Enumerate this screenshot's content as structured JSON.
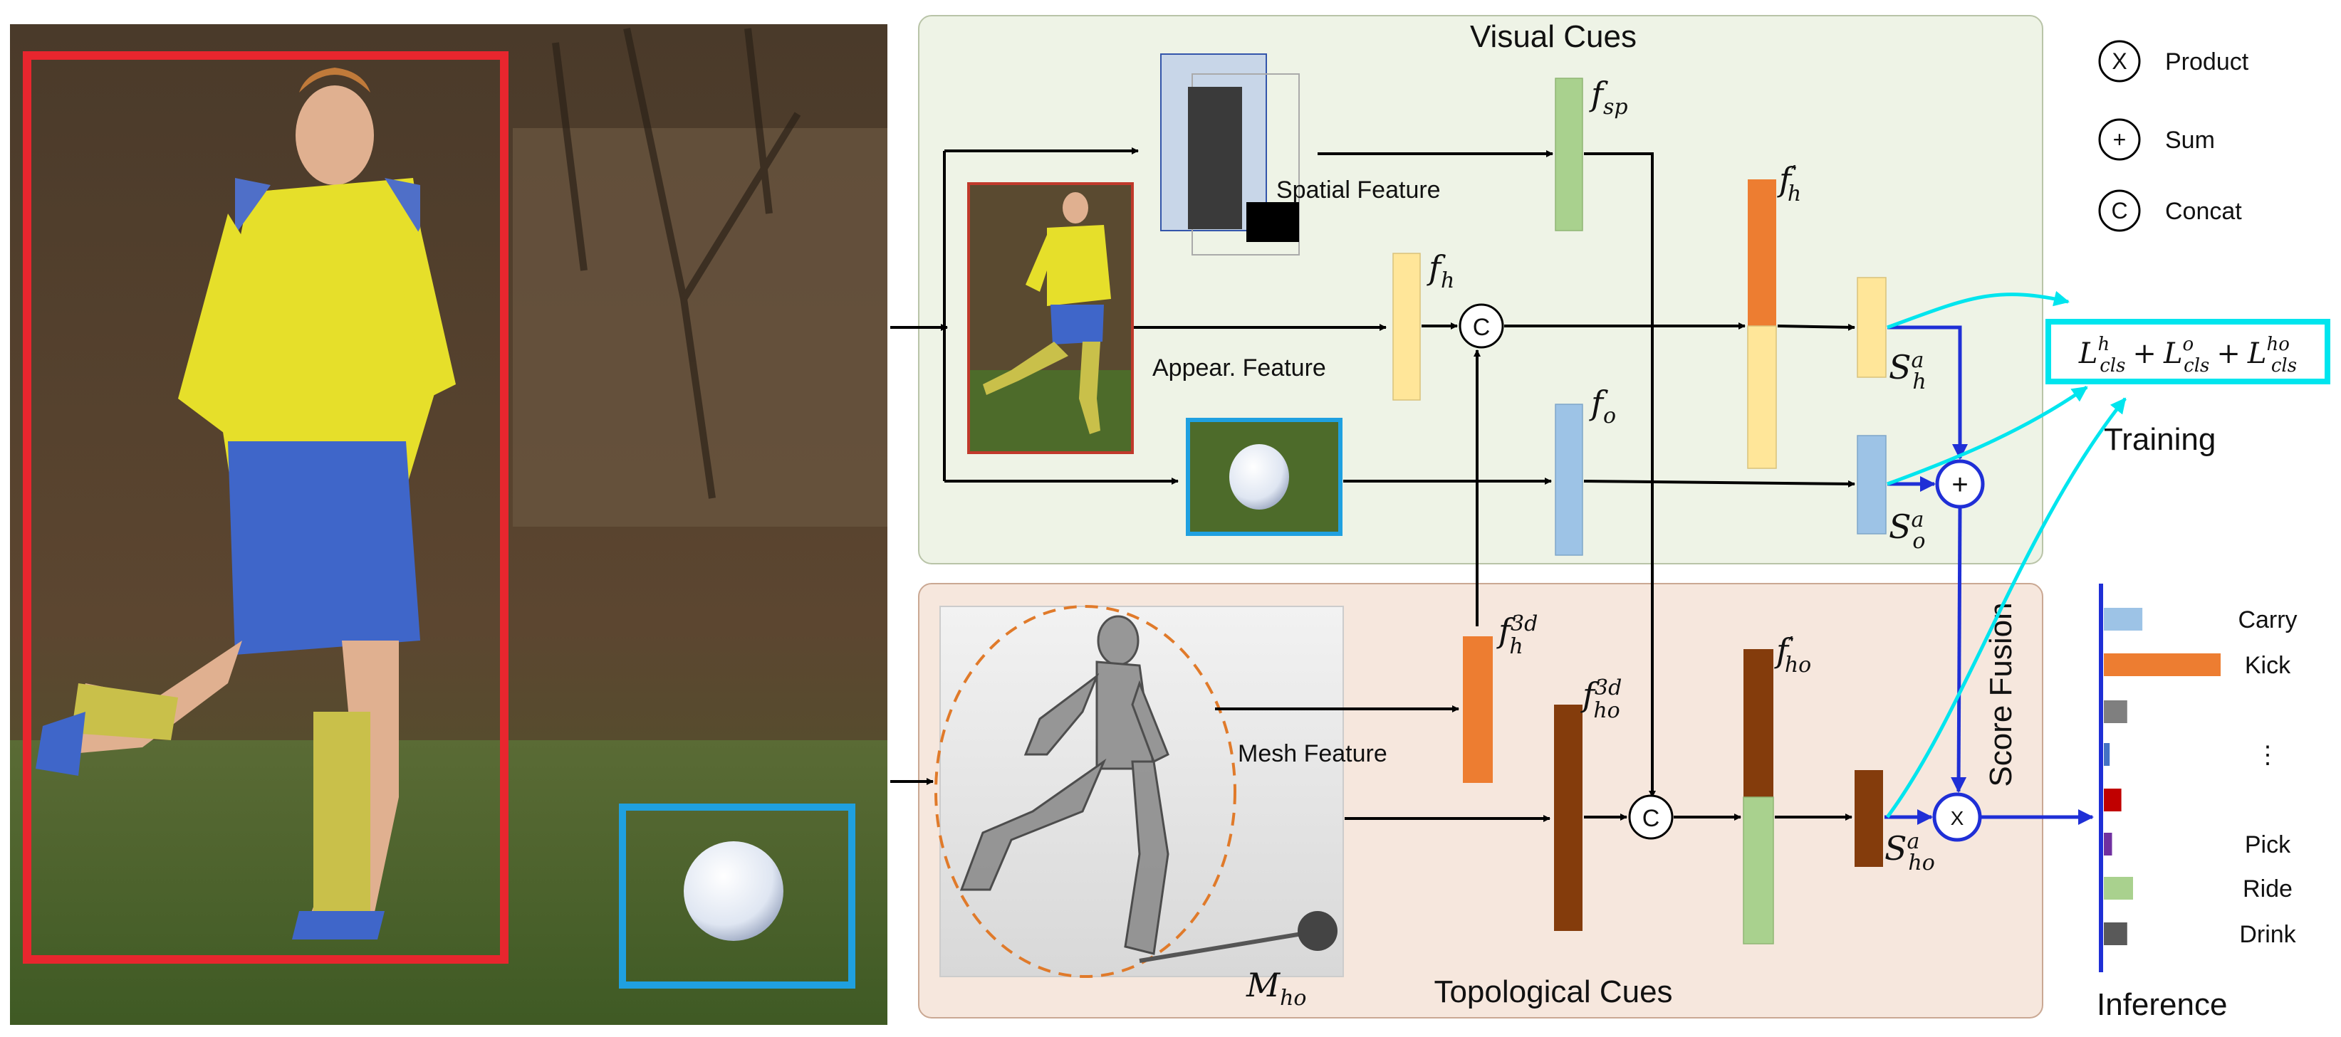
{
  "panels": {
    "visual_title": "Visual Cues",
    "topological_title": "Topological Cues"
  },
  "features": {
    "spatial": "Spatial Feature",
    "appearance": "Appear. Feature",
    "mesh": "Mesh Feature"
  },
  "symbols": {
    "f_sp": {
      "base": "f",
      "sub": "sp"
    },
    "f_h": {
      "base": "f",
      "sub": "h"
    },
    "f_o": {
      "base": "f",
      "sub": "o"
    },
    "f_h_prime": {
      "base": "f",
      "sub": "h",
      "sup": "′"
    },
    "S_h": {
      "base": "S",
      "sub": "h",
      "sup": "a"
    },
    "S_o": {
      "base": "S",
      "sub": "o",
      "sup": "a"
    },
    "f_h_3d": {
      "base": "f",
      "sub": "h",
      "sup": "3d"
    },
    "f_ho_3d": {
      "base": "f",
      "sub": "ho",
      "sup": "3d"
    },
    "f_ho_prime": {
      "base": "f",
      "sub": "ho",
      "sup": "′"
    },
    "S_ho": {
      "base": "S",
      "sub": "ho",
      "sup": "a"
    },
    "M_ho": {
      "base": "M",
      "sub": "ho"
    }
  },
  "loss": {
    "t1": "L",
    "t1_sup": "h",
    "t1_sub": "cls",
    "plus1": "+",
    "t2": "L",
    "t2_sup": "o",
    "t2_sub": "cls",
    "plus2": "+",
    "t3": "L",
    "t3_sup": "ho",
    "t3_sub": "cls"
  },
  "labels": {
    "training": "Training",
    "score_fusion": "Score Fusion",
    "inference": "Inference"
  },
  "operators": {
    "concat": "C",
    "sum": "+",
    "product": "X"
  },
  "legend": [
    {
      "symbol": "X",
      "label": "Product"
    },
    {
      "symbol": "+",
      "label": "Sum"
    },
    {
      "symbol": "C",
      "label": "Concat"
    }
  ],
  "inference_classes": [
    {
      "label": "Carry",
      "score": 0.33,
      "color": "#9dc3e6"
    },
    {
      "label": "Kick",
      "score": 1.0,
      "color": "#ed7d31"
    },
    {
      "label": "",
      "score": 0.2,
      "color": "#7f7f7f"
    },
    {
      "label": "⋮",
      "score": 0.05,
      "color": "#4472c4"
    },
    {
      "label": "",
      "score": 0.15,
      "color": "#c00000"
    },
    {
      "label": "Pick",
      "score": 0.07,
      "color": "#7030a0"
    },
    {
      "label": "Ride",
      "score": 0.25,
      "color": "#a9d18e"
    },
    {
      "label": "Drink",
      "score": 0.2,
      "color": "#595959"
    }
  ],
  "colors": {
    "visual_panel": "#eef3e6",
    "topological_panel": "#f6e7dd",
    "human_box": "#e8262e",
    "object_box": "#1fa0e0",
    "loss_box": "#00e5ee",
    "fusion_arrows": "#1f2fd6",
    "training_arrows": "#00e5ee"
  }
}
